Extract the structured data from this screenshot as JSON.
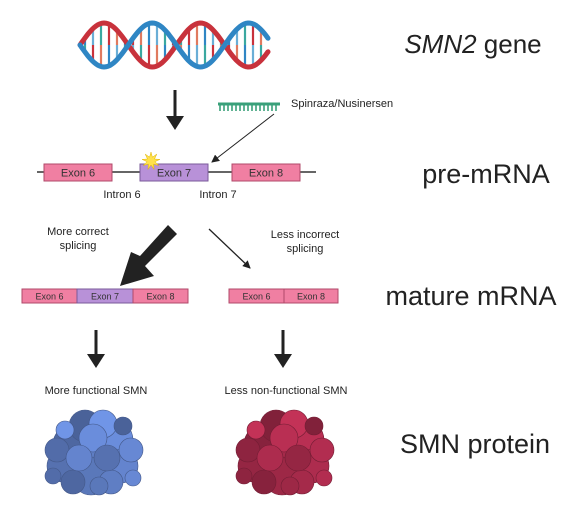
{
  "row_labels": {
    "gene_italic": "SMN2",
    "gene_rest": " gene",
    "pre_mrna": "pre-mRNA",
    "mature_mrna": "mature mRNA",
    "protein": "SMN protein"
  },
  "drug": {
    "name": "Spinraza/Nusinersen"
  },
  "pre_mrna": {
    "exons": [
      "Exon 6",
      "Exon 7",
      "Exon 8"
    ],
    "introns": [
      "Intron 6",
      "Intron 7"
    ]
  },
  "splicing": {
    "left_line1": "More correct",
    "left_line2": "splicing",
    "right_line1": "Less incorrect",
    "right_line2": "splicing"
  },
  "mature_left": {
    "exons": [
      "Exon 6",
      "Exon 7",
      "Exon 8"
    ]
  },
  "mature_right": {
    "exons": [
      "Exon 6",
      "Exon 8"
    ]
  },
  "proteins": {
    "left_caption": "More functional SMN",
    "right_caption": "Less non-functional SMN"
  },
  "colors": {
    "dna_blue": "#2f86c4",
    "dna_red": "#c8323c",
    "dna_rungs": [
      "#2f86c4",
      "#6aaed6",
      "#3aa8a0",
      "#c8323c",
      "#e07a5f"
    ],
    "exon_pink": "#f07fa2",
    "exon_purple": "#b891d8",
    "drug_teal": "#3aa07a",
    "star_yellow": "#ffe14d",
    "protein_blue": "#5f7ec4",
    "protein_red": "#a52a4a"
  }
}
